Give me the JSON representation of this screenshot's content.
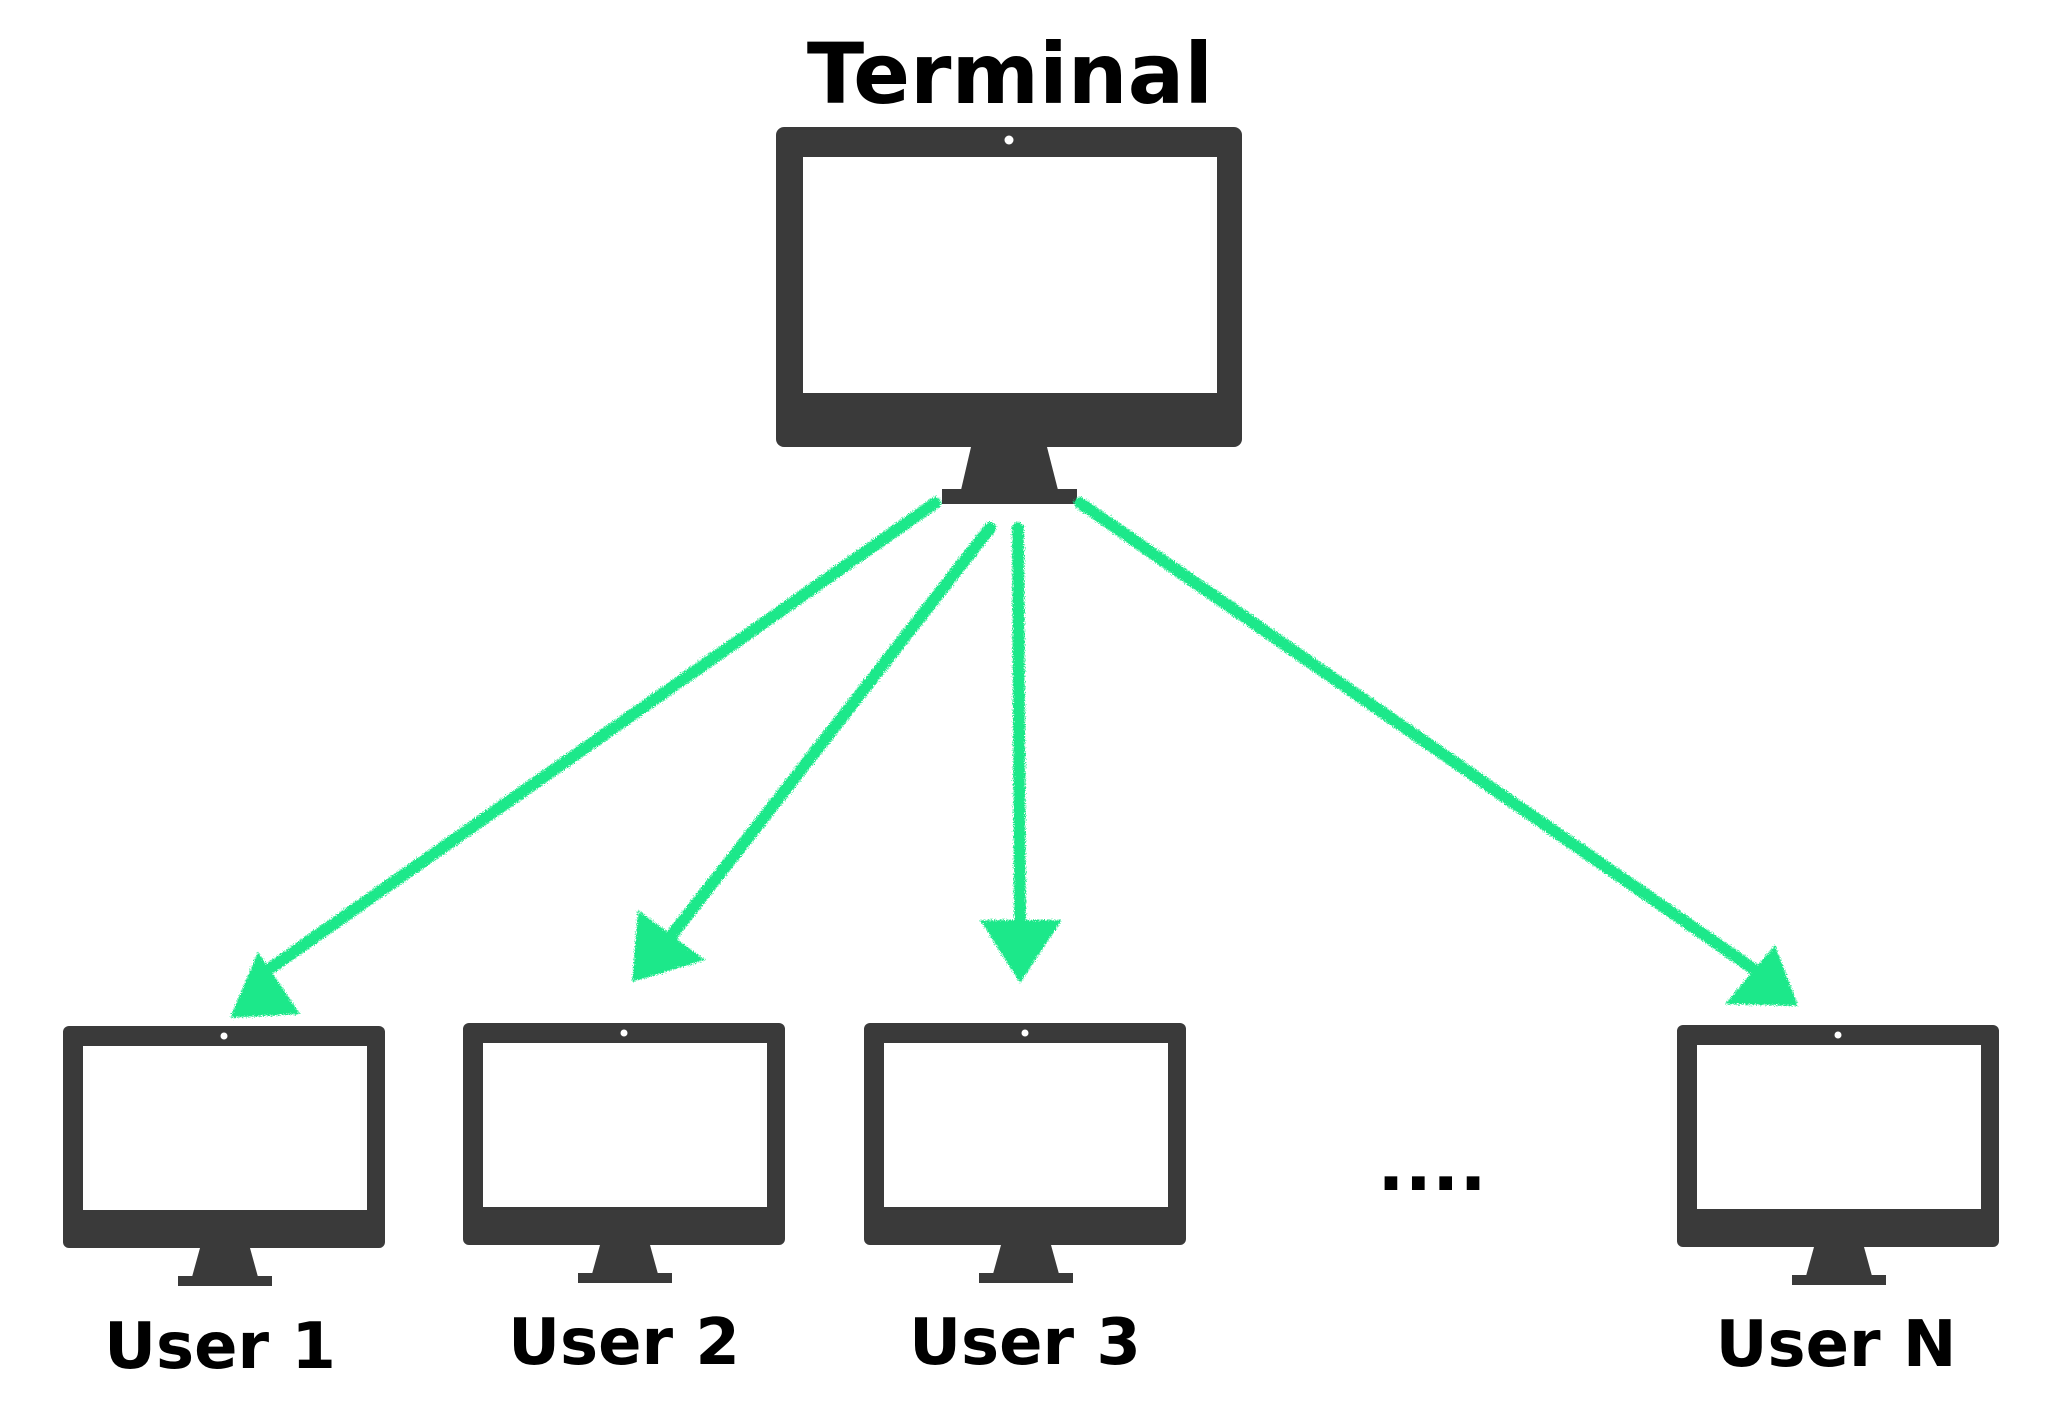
{
  "terminal": {
    "label": "Terminal"
  },
  "users": [
    {
      "label": "User 1"
    },
    {
      "label": "User 2"
    },
    {
      "label": "User 3"
    },
    {
      "label": "User N"
    }
  ],
  "ellipsis": "....",
  "colors": {
    "monitor": "#3a3a3a",
    "screen": "#ffffff",
    "arrow": "#1ee88a",
    "text": "#000000"
  },
  "icons": {
    "terminal": "monitor-icon",
    "user": "monitor-icon"
  }
}
